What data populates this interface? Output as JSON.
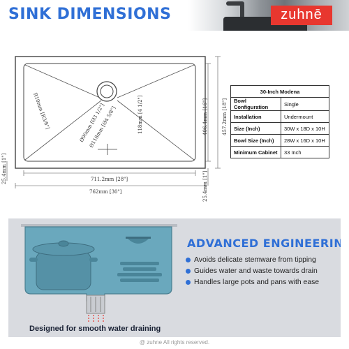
{
  "header": {
    "title": "SINK DIMENSIONS",
    "logo_text": "zuhnē"
  },
  "dimensions": {
    "depth_corner": "R10mm [R3/8\"]",
    "drain_dia": "Ø90mm [Ø3 1/2\"]",
    "strainer_dia": "Ø118mm [Ø4 5/8\"]",
    "inner_radius": "118mm [4 1/2\"]",
    "inner_width": "711.2mm [28\"]",
    "outer_width": "762mm [30\"]",
    "inner_depth": "406.4mm [16\"]",
    "outer_depth": "457.2mm [18\"]",
    "flange_left": "25.4mm [1\"]",
    "flange_right": "25.4mm [1\"]"
  },
  "specs": {
    "title": "30-Inch Modena",
    "rows": [
      {
        "key": "Bowl Configuration",
        "value": "Single"
      },
      {
        "key": "Installation",
        "value": "Undermount"
      },
      {
        "key": "Size (Inch)",
        "value": "30W x 18D x 10H"
      },
      {
        "key": "Bowl Size (Inch)",
        "value": "28W x 16D x 10H"
      },
      {
        "key": "Minimum Cabinet",
        "value": "33 Inch"
      }
    ]
  },
  "engineering": {
    "title": "ADVANCED ENGINEERING",
    "bullets": [
      "Avoids delicate stemware from tipping",
      "Guides water and waste towards drain",
      "Handles large pots and pans with ease"
    ],
    "caption": "Designed for smooth water draining"
  },
  "footer": {
    "text": "@ zuhne All rights reserved."
  },
  "colors": {
    "accent": "#2f6fd6",
    "logo_bg": "#e8372f",
    "panel_bg": "#d9dbe0",
    "water": "#6aa8bd"
  }
}
